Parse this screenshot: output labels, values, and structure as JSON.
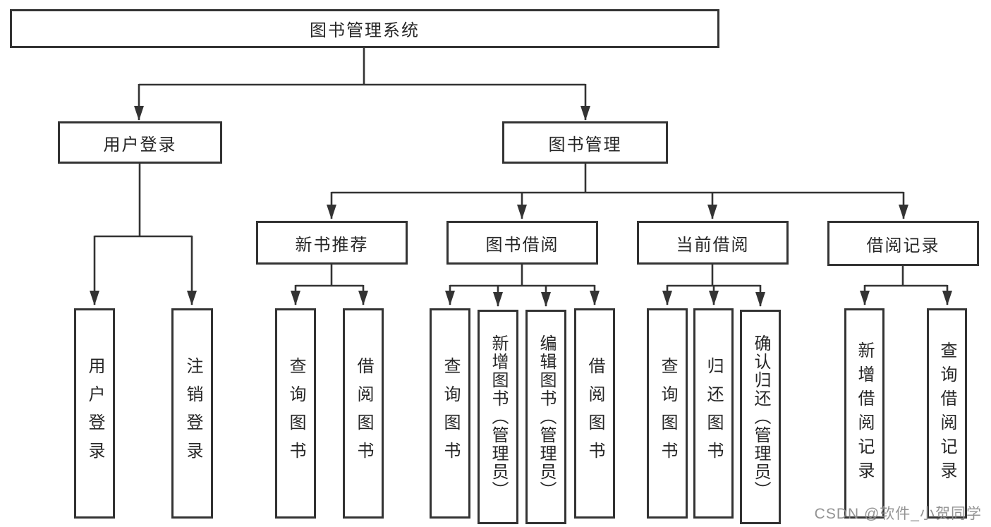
{
  "root": {
    "label": "图书管理系统"
  },
  "branches": {
    "user_login": {
      "label": "用户登录",
      "children": {
        "login": {
          "label": "用户登录"
        },
        "logout": {
          "label": "注销登录"
        }
      }
    },
    "book_management": {
      "label": "图书管理",
      "children": {
        "new_book_rec": {
          "label": "新书推荐",
          "children": {
            "query_books": {
              "label": "查询图书"
            },
            "borrow_books": {
              "label": "借阅图书"
            }
          }
        },
        "book_borrow": {
          "label": "图书借阅",
          "children": {
            "query_books": {
              "label": "查询图书"
            },
            "add_books_admin": {
              "label": "新增图书（管理员）"
            },
            "edit_books_admin": {
              "label": "编辑图书（管理员）"
            },
            "borrow_books": {
              "label": "借阅图书"
            }
          }
        },
        "current_borrow": {
          "label": "当前借阅",
          "children": {
            "query_books": {
              "label": "查询图书"
            },
            "return_books": {
              "label": "归还图书"
            },
            "confirm_return_admin": {
              "label": "确认归还（管理员）"
            }
          }
        },
        "borrow_records": {
          "label": "借阅记录",
          "children": {
            "add_borrow_record": {
              "label": "新增借阅记录"
            },
            "query_borrow_record": {
              "label": "查询借阅记录"
            }
          }
        }
      }
    }
  },
  "watermark": {
    "label": "CSDN @软件_小贺同学"
  },
  "colors": {
    "line": "#333333",
    "text": "#262626",
    "box_background": "#ffffff",
    "watermark": "#8a8a8a",
    "page_background": "#ffffff"
  }
}
